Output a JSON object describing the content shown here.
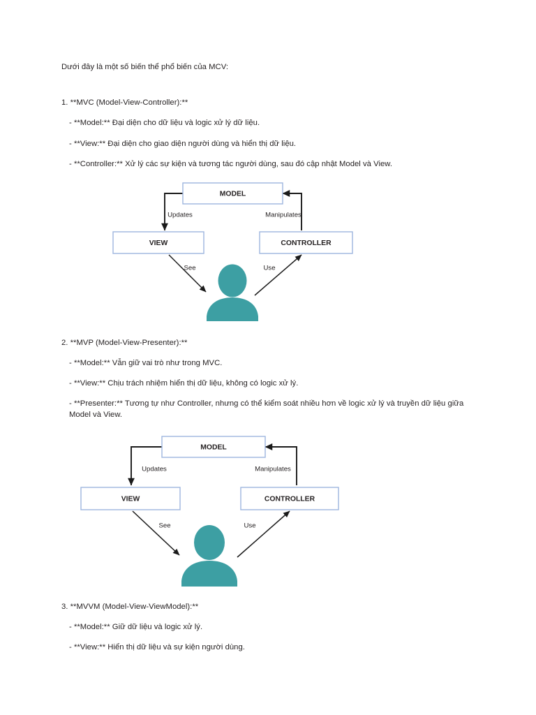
{
  "document": {
    "intro": "Dưới đây là một số biến thể phổ biến của MCV:",
    "sections": [
      {
        "heading": "1. **MVC (Model-View-Controller):**",
        "bullets": [
          "- **Model:** Đại diện cho dữ liệu và logic xử lý dữ liệu.",
          "- **View:** Đại diện cho giao diện người dùng và hiển thị dữ liệu.",
          "- **Controller:** Xử lý các sự kiện và tương tác người dùng, sau đó cập nhật Model và View."
        ]
      },
      {
        "heading": "2. **MVP (Model-View-Presenter):**",
        "bullets": [
          "- **Model:** Vẫn giữ vai trò như trong MVC.",
          "- **View:** Chịu trách nhiệm hiển thị dữ liệu, không có logic xử lý.",
          "- **Presenter:** Tương tự như Controller, nhưng có thể kiểm soát nhiều hơn về logic xử lý và truyền dữ liệu giữa Model và View."
        ]
      },
      {
        "heading": "3. **MVVM (Model-View-ViewModel):**",
        "bullets": [
          "- **Model:** Giữ dữ liệu và logic xử lý.",
          "- **View:** Hiển thị dữ liệu và sự kiện người dùng."
        ]
      }
    ]
  },
  "diagrams": [
    {
      "id": "mvc",
      "nodes": {
        "model": "MODEL",
        "view": "VIEW",
        "controller": "CONTROLLER"
      },
      "edges": {
        "model_to_view": "Updates",
        "controller_to_model": "Manipulates",
        "view_to_user": "See",
        "user_to_controller": "Use"
      },
      "actor": "user-person-icon"
    },
    {
      "id": "mvp",
      "nodes": {
        "model": "MODEL",
        "view": "VIEW",
        "controller": "CONTROLLER"
      },
      "edges": {
        "model_to_view": "Updates",
        "controller_to_model": "Manipulates",
        "view_to_user": "See",
        "user_to_controller": "Use"
      },
      "actor": "user-person-icon"
    }
  ],
  "colors": {
    "box_border": "#9db5de",
    "arrow": "#1a1a1a",
    "actor_teal": "#3d9fa3",
    "text": "#231f20",
    "page_background": "#ffffff"
  }
}
